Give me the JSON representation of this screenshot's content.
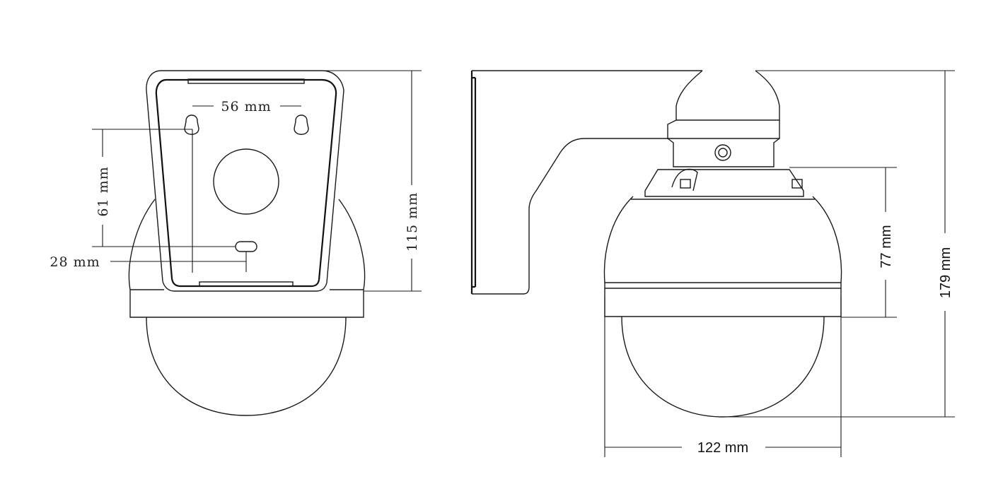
{
  "front_view": {
    "dimensions": {
      "slot_spacing": "56 mm",
      "slot_height": "61 mm",
      "hole_offset": "28 mm",
      "bracket_height": "115 mm"
    }
  },
  "side_view": {
    "dimensions": {
      "camera_height": "77 mm",
      "total_height": "179 mm",
      "width": "122 mm"
    }
  }
}
